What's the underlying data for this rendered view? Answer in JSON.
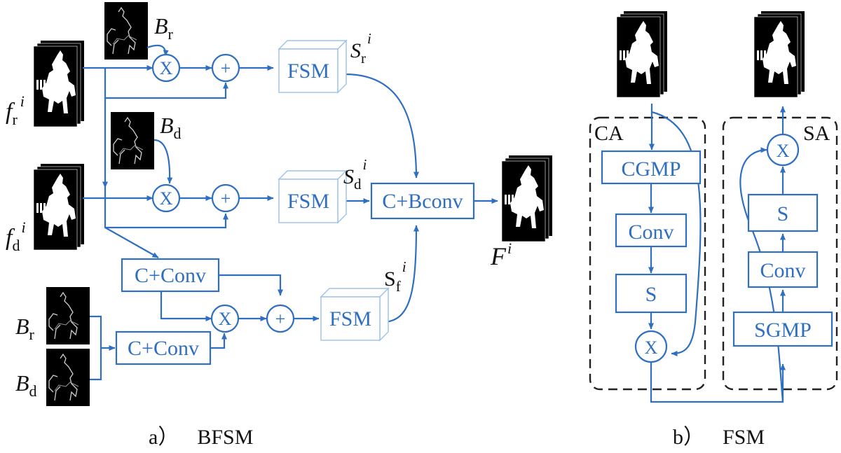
{
  "bfsm": {
    "inputs": {
      "fr": {
        "base": "f",
        "sub": "r",
        "sup": "i"
      },
      "fd": {
        "base": "f",
        "sub": "d",
        "sup": "i"
      }
    },
    "boundaries": {
      "br_top": {
        "base": "B",
        "sub": "r"
      },
      "bd_mid": {
        "base": "B",
        "sub": "d"
      },
      "br_bottom": {
        "base": "B",
        "sub": "r"
      },
      "bd_bottom": {
        "base": "B",
        "sub": "d"
      }
    },
    "ops": {
      "multiply": "X",
      "add": "+"
    },
    "blocks": {
      "fsm": "FSM",
      "cconv": "C+Conv",
      "cbconv": "C+Bconv"
    },
    "outputs": {
      "sr": {
        "base": "S",
        "sub": "r",
        "sup": "i"
      },
      "sd": {
        "base": "S",
        "sub": "d",
        "sup": "i"
      },
      "sf": {
        "base": "S",
        "sub": "f",
        "sup": "i"
      },
      "F": {
        "base": "F",
        "sup": "i"
      }
    },
    "caption": {
      "letter": "a）",
      "title": "BFSM"
    }
  },
  "fsm": {
    "ca_label": "CA",
    "sa_label": "SA",
    "ca_blocks": [
      "CGMP",
      "Conv",
      "S"
    ],
    "sa_blocks": [
      "SGMP",
      "Conv",
      "S"
    ],
    "multiply": "X",
    "caption": {
      "letter": "b）",
      "title": "FSM"
    }
  },
  "colors": {
    "accent": "#2f6fc2",
    "cube_edge": "#9cc2ea",
    "dashed_border": "#222222"
  }
}
